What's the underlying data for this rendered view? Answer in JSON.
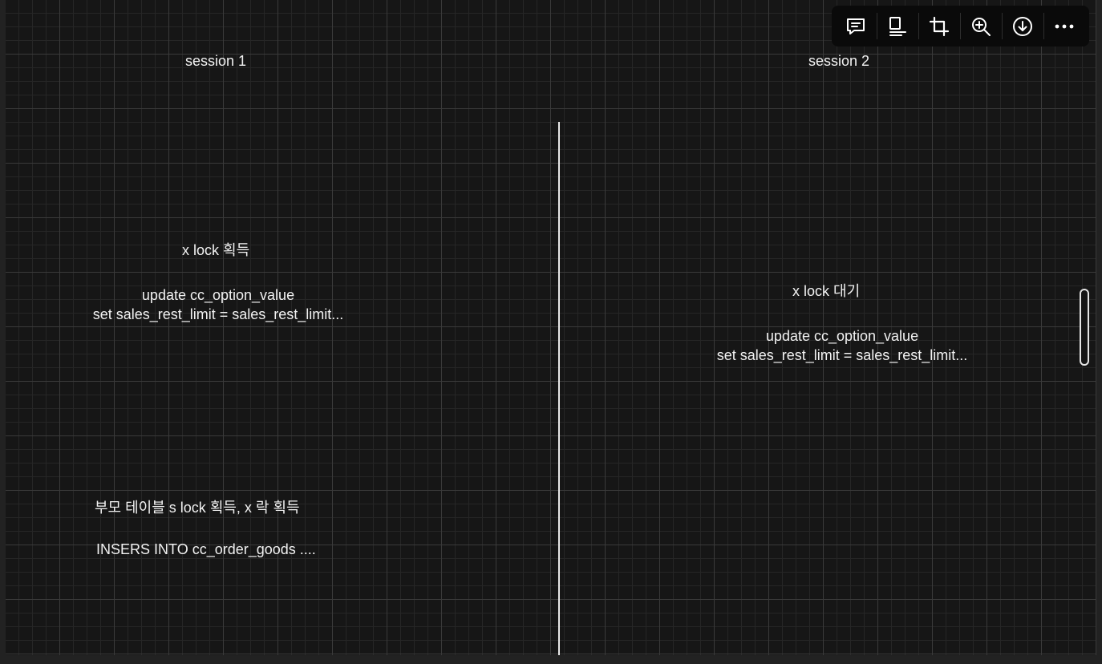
{
  "diagram": {
    "session1": {
      "title": "session 1",
      "step1_heading": "x lock 획득",
      "step1_sql": "update cc_option_value\nset sales_rest_limit = sales_rest_limit...",
      "step2_heading": "부모 테이블 s lock 획득, x 락 획득",
      "step2_sql": "INSERS INTO cc_order_goods ...."
    },
    "session2": {
      "title": "session 2",
      "step1_heading": "x lock 대기",
      "step1_sql": "update cc_option_value\nset sales_rest_limit = sales_rest_limit..."
    }
  },
  "toolbar": {
    "icons": [
      "comment-icon",
      "align-icon",
      "crop-icon",
      "zoom-in-icon",
      "download-icon",
      "more-icon"
    ]
  },
  "colors": {
    "canvas_bg": "#161616",
    "grid_major": "#3a3a3a",
    "text": "#f2f2f2",
    "toolbar_bg": "#0a0a0a"
  }
}
